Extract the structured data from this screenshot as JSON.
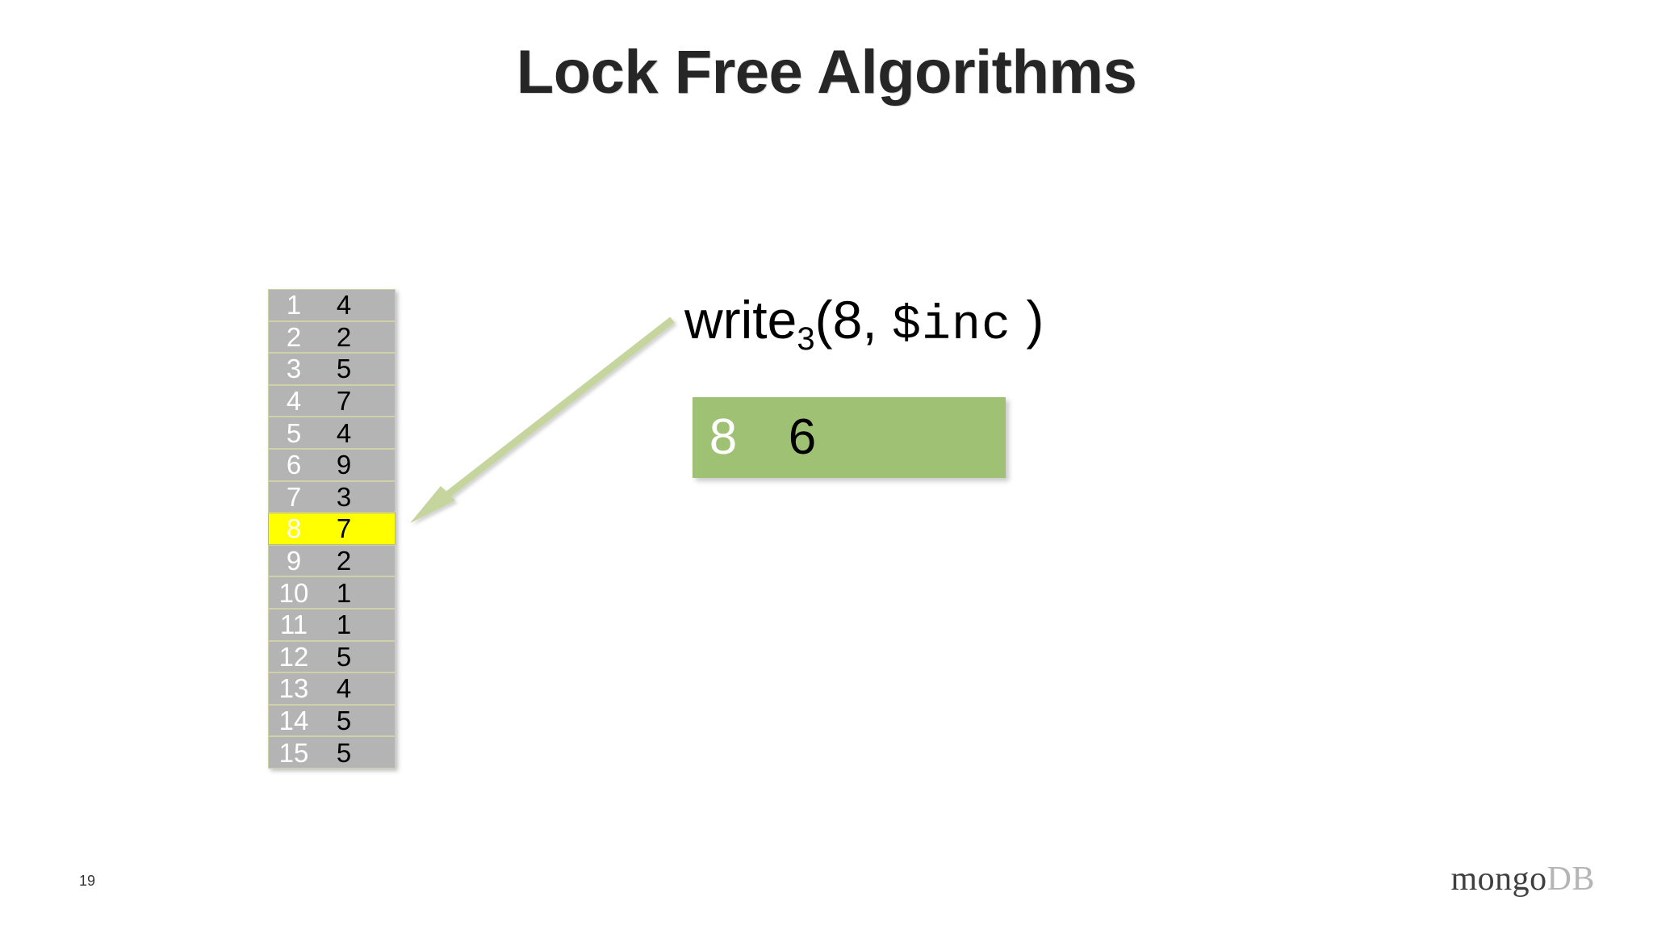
{
  "slide": {
    "title": "Lock Free Algorithms",
    "page_number": "19",
    "background_color": "#ffffff"
  },
  "memory_table": {
    "name": "memory-array",
    "cell_background": "#b4b4b4",
    "cell_border": "#cfd2a8",
    "index_color": "#ffffff",
    "value_color": "#000000",
    "highlight_color": "#ffff00",
    "highlighted_index": 8,
    "rows": [
      {
        "index": "1",
        "value": "4"
      },
      {
        "index": "2",
        "value": "2"
      },
      {
        "index": "3",
        "value": "5"
      },
      {
        "index": "4",
        "value": "7"
      },
      {
        "index": "5",
        "value": "4"
      },
      {
        "index": "6",
        "value": "9"
      },
      {
        "index": "7",
        "value": "3"
      },
      {
        "index": "8",
        "value": "7"
      },
      {
        "index": "9",
        "value": "2"
      },
      {
        "index": "10",
        "value": "1"
      },
      {
        "index": "11",
        "value": "1"
      },
      {
        "index": "12",
        "value": "5"
      },
      {
        "index": "13",
        "value": "4"
      },
      {
        "index": "14",
        "value": "5"
      },
      {
        "index": "15",
        "value": "5"
      }
    ]
  },
  "callout_arrow": {
    "color": "#c6d49d",
    "from": "write-expression",
    "to": "memory-row-8"
  },
  "write_expression": {
    "op": "write",
    "subscript": "3",
    "open_paren": "(",
    "key": "8",
    "comma": ", ",
    "modifier": "$inc",
    "close_paren": " )"
  },
  "pending_write_box": {
    "background_color": "#9ec173",
    "key": "8",
    "key_color": "#ffffff",
    "value": "6",
    "value_color": "#000000"
  },
  "brand": {
    "primary": "mongo",
    "secondary": "DB",
    "primary_color": "#3f3f3f",
    "secondary_color": "#b5b5b5"
  }
}
